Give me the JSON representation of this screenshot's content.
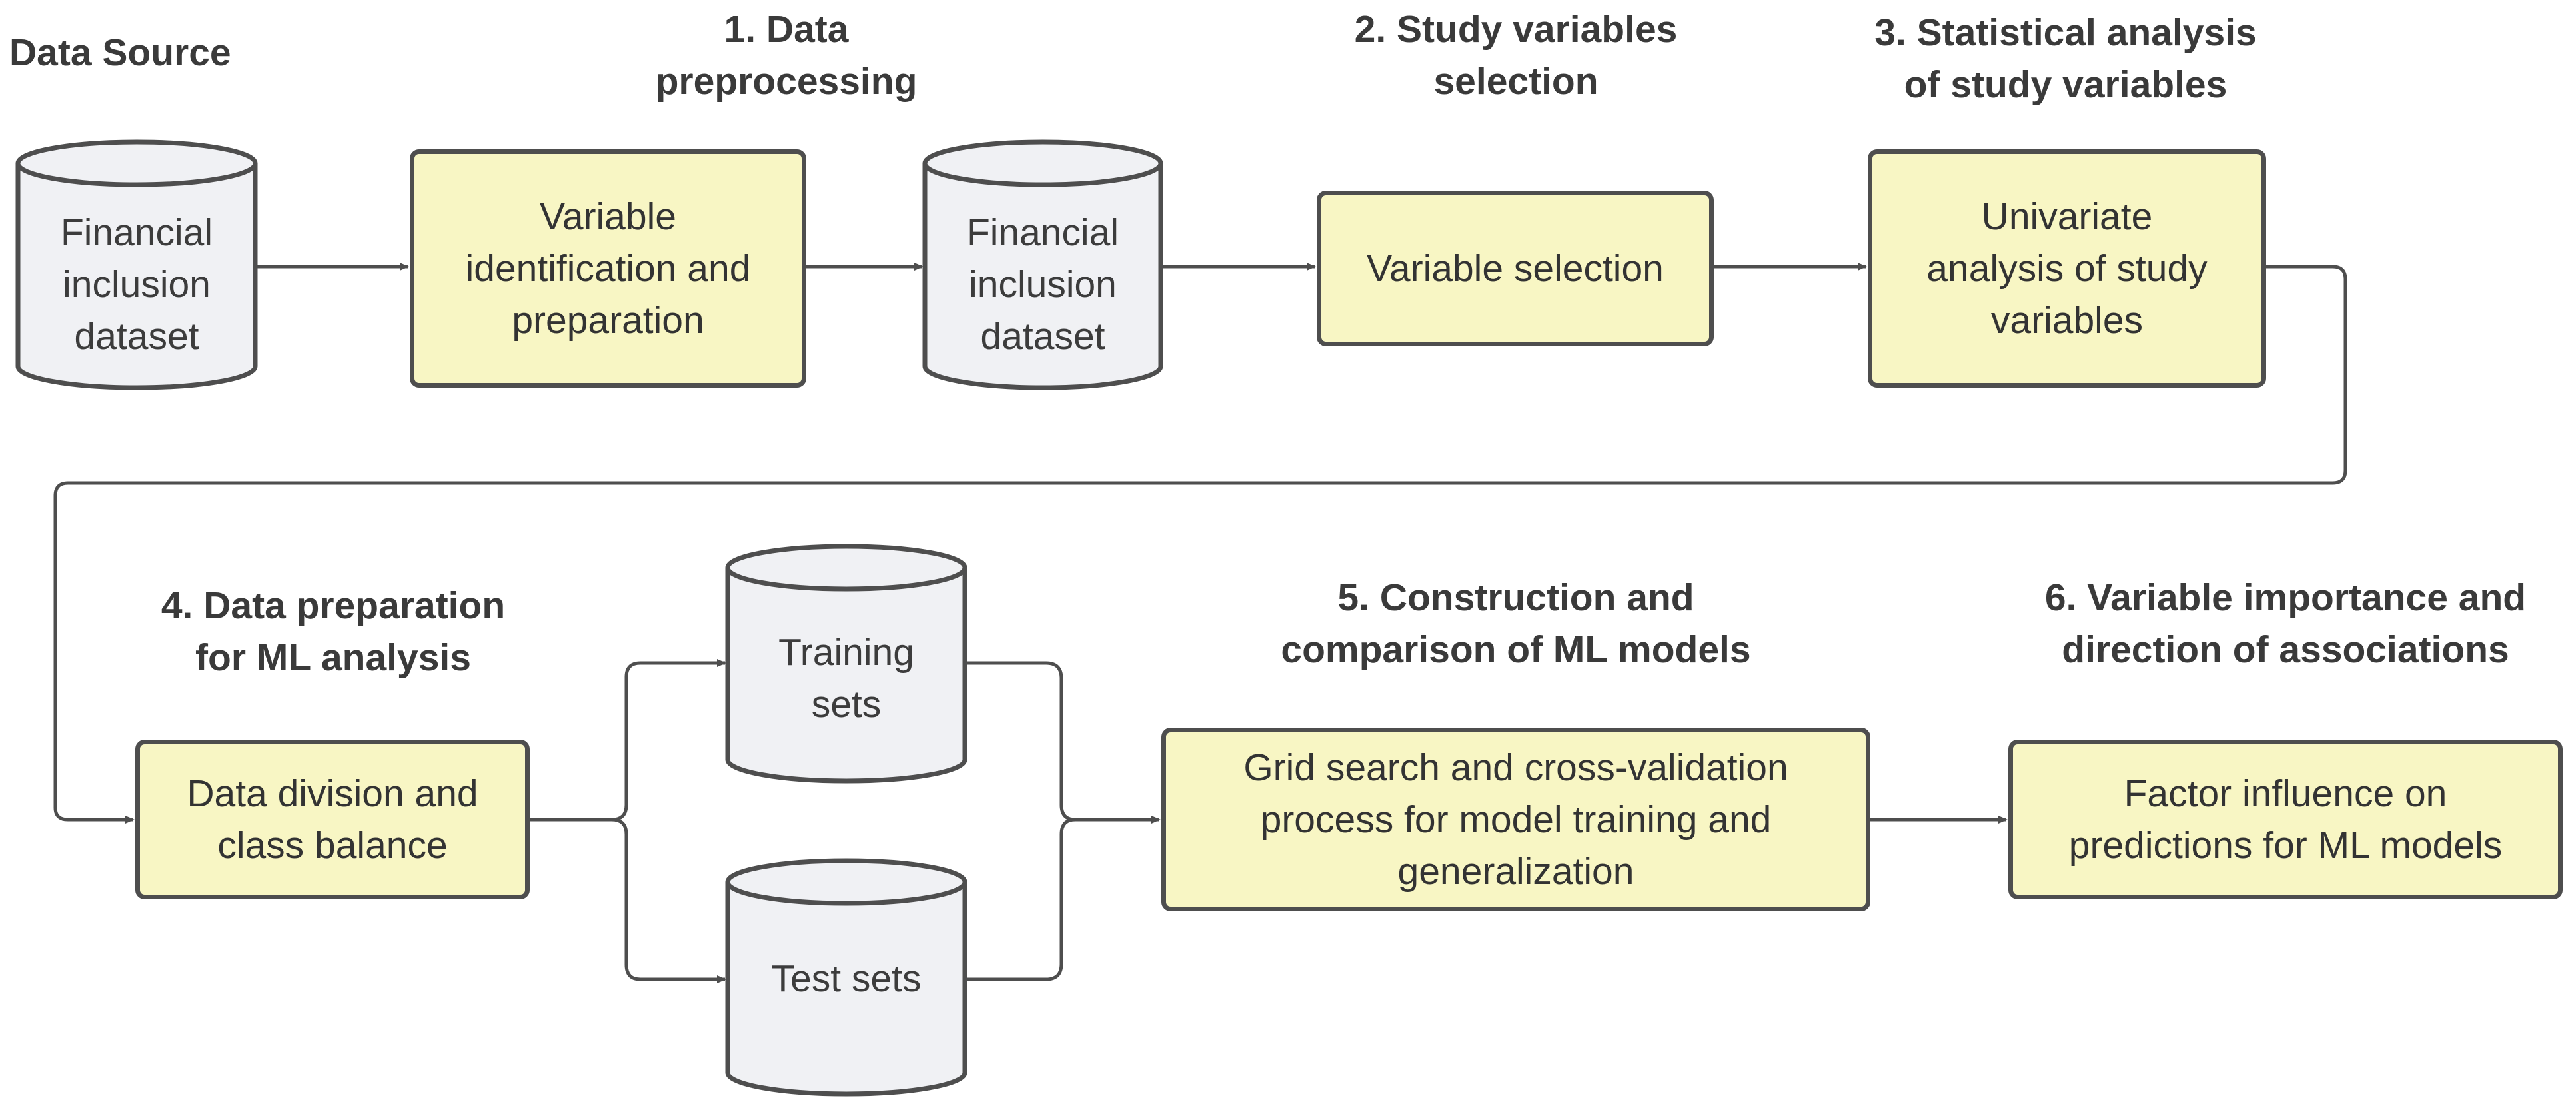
{
  "headings": {
    "data_source": "Data Source",
    "step1": "1. Data\npreprocessing",
    "step2": "2. Study variables\nselection",
    "step3": "3. Statistical analysis\nof study variables",
    "step4": "4. Data preparation\nfor ML analysis",
    "step5": "5. Construction and\ncomparison of ML models",
    "step6": "6. Variable importance and\ndirection of associations"
  },
  "cylinders": {
    "dataset_raw": "Financial\ninclusion\ndataset",
    "dataset_processed": "Financial\ninclusion\ndataset",
    "training_sets": "Training\nsets",
    "test_sets": "Test sets"
  },
  "boxes": {
    "variable_identification": "Variable\nidentification and\npreparation",
    "variable_selection": "Variable selection",
    "univariate_analysis": "Univariate\nanalysis of study\nvariables",
    "data_division": "Data division and\nclass balance",
    "grid_search": "Grid search and cross-validation\nprocess for model training and\ngeneralization",
    "factor_influence": "Factor influence on\npredictions for ML models"
  },
  "colors": {
    "box_fill": "#f8f6c4",
    "cylinder_fill": "#f0f1f4",
    "stroke": "#4e4e4e",
    "heading_text": "#3a3a3a"
  }
}
